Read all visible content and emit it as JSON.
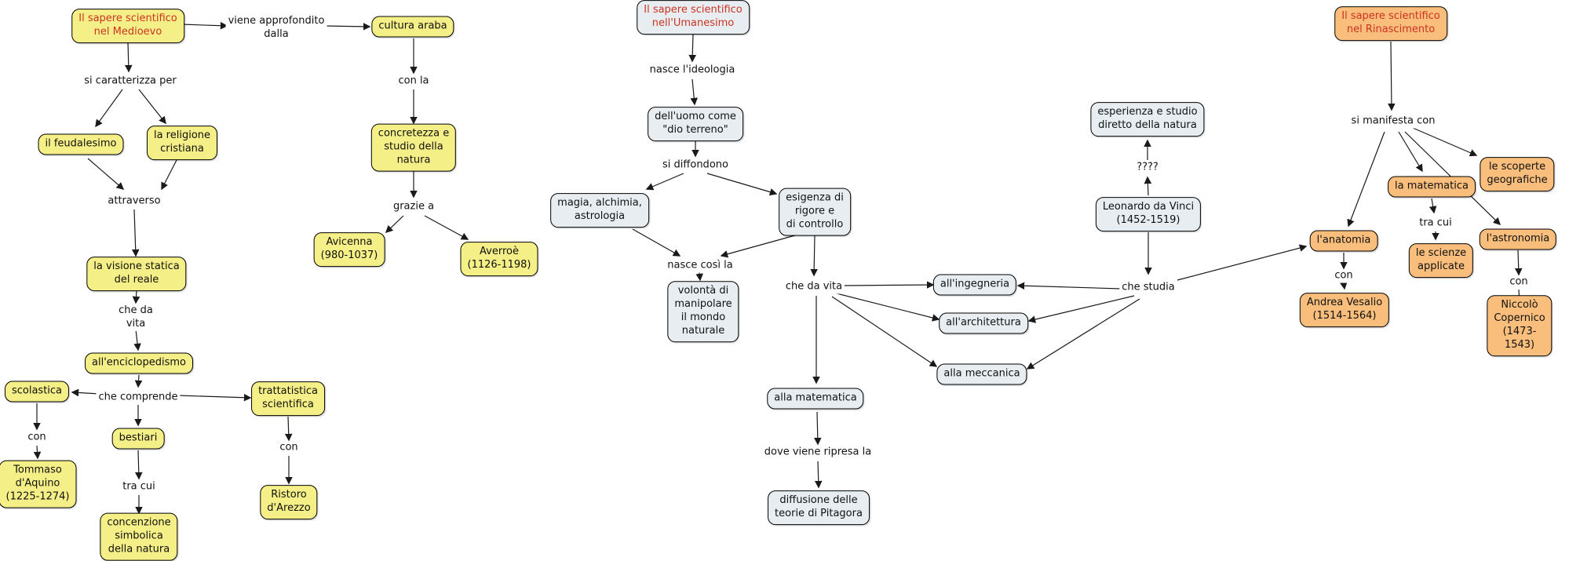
{
  "colors": {
    "background": "#ffffff",
    "concept_yellow": "#f5ef87",
    "concept_blue_gray": "#e7edf0",
    "concept_orange": "#f9bd7c",
    "title_text_red": "#cc3322",
    "text": "#111111",
    "line": "#1a1a1a"
  },
  "nodes": {
    "m_title": "Il sapere scientifico\nnel Medioevo",
    "m_l1": "viene approfondito\ndalla",
    "m_l2": "si caratterizza per",
    "m_feudalesimo": "il feudalesimo",
    "m_religione": "la religione\ncristiana",
    "m_l3": "attraverso",
    "m_visione": "la visione statica\ndel reale",
    "m_l4": "che da\nvita",
    "m_enciclopedismo": "all'enciclopedismo",
    "m_l5": "che comprende",
    "m_scolastica": "scolastica",
    "m_l6": "con",
    "m_tommaso": "Tommaso\nd'Aquino\n(1225-1274)",
    "m_bestiari": "bestiari",
    "m_l7": "tra cui",
    "m_concezione": "concenzione\nsimbolica\ndella natura",
    "m_trattatistica": "trattatistica\nscientifica",
    "m_l8": "con",
    "m_ristoro": "Ristoro\nd'Arezzo",
    "m_cultura": "cultura araba",
    "m_l9": "con la",
    "m_concretezza": "concretezza e\nstudio della\nnatura",
    "m_l10": "grazie a",
    "m_avicenna": "Avicenna\n(980-1037)",
    "m_averroe": "Averroè\n(1126-1198)",
    "u_title": "Il sapere scientifico\nnell'Umanesimo",
    "u_l1": "nasce l'ideologia",
    "u_uomo": "dell'uomo come\n\"dio terreno\"",
    "u_l2": "si diffondono",
    "u_magia": "magia, alchimia,\nastrologia",
    "u_esigenza": "esigenza di\nrigore e\ndi controllo",
    "u_l3": "nasce così la",
    "u_volonta": "volontà di\nmanipolare\nil mondo\nnaturale",
    "u_l4": "che da vita",
    "u_ingegneria": "all'ingegneria",
    "u_architettura": "all'architettura",
    "u_meccanica": "alla meccanica",
    "u_matematica": "alla matematica",
    "u_l5": "dove viene ripresa la",
    "u_diffusione": "diffusione delle\nteorie di Pitagora",
    "u_esperienza": "esperienza e studio\ndiretto della natura",
    "u_l6": "????",
    "u_leonardo": "Leonardo da Vinci\n(1452-1519)",
    "u_l7": "che studia",
    "r_title": "Il sapere scientifico\nnel Rinascimento",
    "r_l1": "si manifesta con",
    "r_anatomia": "l'anatomia",
    "r_matematica": "la matematica",
    "r_scoperte": "le scoperte\ngeografiche",
    "r_astronomia": "l'astronomia",
    "r_l2": "tra cui",
    "r_scienze": "le scienze\napplicate",
    "r_l3": "con",
    "r_vesalio": "Andrea Vesalio\n(1514-1564)",
    "r_l4": "con",
    "r_copernico": "Niccolò Copernico\n(1473-1543)"
  },
  "edges": [
    [
      "m_title",
      "m_l1"
    ],
    [
      "m_l1",
      "m_cultura"
    ],
    [
      "m_title",
      "m_l2"
    ],
    [
      "m_l2",
      "m_feudalesimo"
    ],
    [
      "m_l2",
      "m_religione"
    ],
    [
      "m_feudalesimo",
      "m_l3"
    ],
    [
      "m_religione",
      "m_l3"
    ],
    [
      "m_l3",
      "m_visione"
    ],
    [
      "m_visione",
      "m_l4"
    ],
    [
      "m_l4",
      "m_enciclopedismo"
    ],
    [
      "m_enciclopedismo",
      "m_l5"
    ],
    [
      "m_l5",
      "m_scolastica"
    ],
    [
      "m_l5",
      "m_bestiari"
    ],
    [
      "m_l5",
      "m_trattatistica"
    ],
    [
      "m_scolastica",
      "m_l6"
    ],
    [
      "m_l6",
      "m_tommaso"
    ],
    [
      "m_bestiari",
      "m_l7"
    ],
    [
      "m_l7",
      "m_concezione"
    ],
    [
      "m_trattatistica",
      "m_l8"
    ],
    [
      "m_l8",
      "m_ristoro"
    ],
    [
      "m_cultura",
      "m_l9"
    ],
    [
      "m_l9",
      "m_concretezza"
    ],
    [
      "m_concretezza",
      "m_l10"
    ],
    [
      "m_l10",
      "m_avicenna"
    ],
    [
      "m_l10",
      "m_averroe"
    ],
    [
      "u_title",
      "u_l1"
    ],
    [
      "u_l1",
      "u_uomo"
    ],
    [
      "u_uomo",
      "u_l2"
    ],
    [
      "u_l2",
      "u_magia"
    ],
    [
      "u_l2",
      "u_esigenza"
    ],
    [
      "u_magia",
      "u_l3"
    ],
    [
      "u_esigenza",
      "u_l3"
    ],
    [
      "u_l3",
      "u_volonta"
    ],
    [
      "u_esigenza",
      "u_l4"
    ],
    [
      "u_l4",
      "u_ingegneria"
    ],
    [
      "u_l4",
      "u_architettura"
    ],
    [
      "u_l4",
      "u_meccanica"
    ],
    [
      "u_l4",
      "u_matematica"
    ],
    [
      "u_matematica",
      "u_l5"
    ],
    [
      "u_l5",
      "u_diffusione"
    ],
    [
      "u_leonardo",
      "u_l7"
    ],
    [
      "u_l7",
      "u_ingegneria"
    ],
    [
      "u_l7",
      "u_architettura"
    ],
    [
      "u_l7",
      "u_meccanica"
    ],
    [
      "u_l7",
      "r_anatomia"
    ],
    [
      "u_leonardo",
      "u_l6"
    ],
    [
      "u_l6",
      "u_esperienza"
    ],
    [
      "r_title",
      "r_l1"
    ],
    [
      "r_l1",
      "r_anatomia"
    ],
    [
      "r_l1",
      "r_matematica"
    ],
    [
      "r_l1",
      "r_scoperte"
    ],
    [
      "r_l1",
      "r_astronomia"
    ],
    [
      "r_matematica",
      "r_l2"
    ],
    [
      "r_l2",
      "r_scienze"
    ],
    [
      "r_anatomia",
      "r_l3"
    ],
    [
      "r_l3",
      "r_vesalio"
    ],
    [
      "r_astronomia",
      "r_l4"
    ],
    [
      "r_l4",
      "r_copernico"
    ]
  ]
}
